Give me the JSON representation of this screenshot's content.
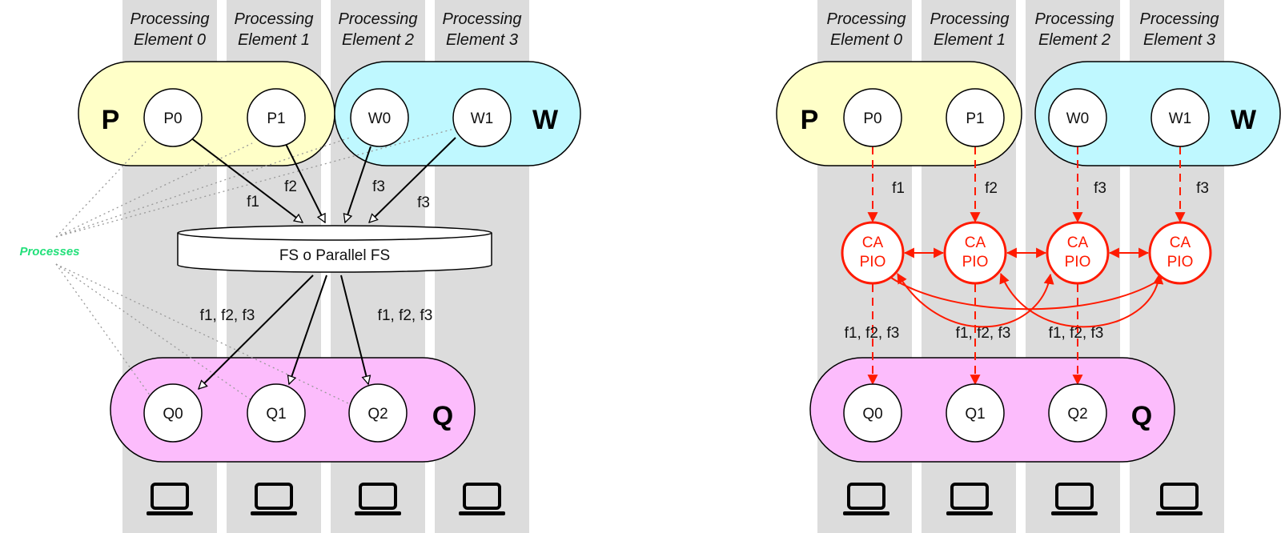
{
  "columns": [
    {
      "line1": "Processing",
      "line2": "Element 0"
    },
    {
      "line1": "Processing",
      "line2": "Element 1"
    },
    {
      "line1": "Processing",
      "line2": "Element 2"
    },
    {
      "line1": "Processing",
      "line2": "Element 3"
    }
  ],
  "groups": {
    "p": {
      "letter": "P",
      "color": "#ffffc8"
    },
    "w": {
      "letter": "W",
      "color": "#bff8ff"
    },
    "q": {
      "letter": "Q",
      "color": "#fcbcfc"
    }
  },
  "nodes": {
    "p0": "P0",
    "p1": "P1",
    "w0": "W0",
    "w1": "W1",
    "q0": "Q0",
    "q1": "Q1",
    "q2": "Q2"
  },
  "left": {
    "fs_label": "FS o Parallel FS",
    "processes_label": "Processes",
    "edge_labels": {
      "p0": "f1",
      "p1": "f2",
      "w0": "f3",
      "w1": "f3",
      "out_left": "f1, f2, f3",
      "out_right": "f1, f2, f3"
    }
  },
  "right": {
    "capio": {
      "line1": "CA",
      "line2": "PIO"
    },
    "edge_labels": {
      "p0": "f1",
      "p1": "f2",
      "w0": "f3",
      "w1": "f3",
      "q0": "f1, f2, f3",
      "q1": "f1, f2, f3",
      "q2": "f1, f2, f3"
    }
  },
  "colors": {
    "column_bg": "#dcdcdc",
    "capio": "#ff1a00",
    "processes_text": "#22e07a"
  }
}
